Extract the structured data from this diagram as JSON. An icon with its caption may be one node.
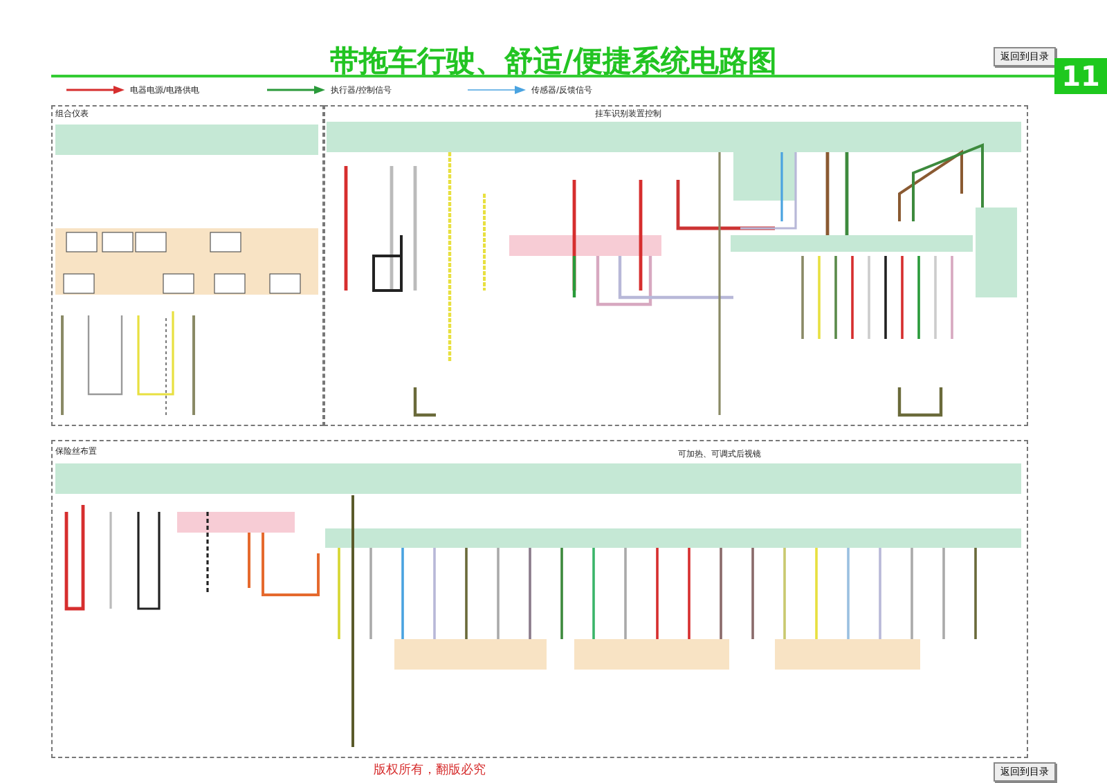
{
  "diagram": {
    "title": "带拖车行驶、舒适/便捷系统电路图",
    "labels": [
      "返回到目录",
      "11",
      "组合仪表",
      "挂车识别装置控制",
      "保险丝布置",
      "可加热、可调式后视镜",
      "版权所有，翻版必究",
      "返回到目录"
    ],
    "legend": [
      {
        "text": "电器电源/电路供电"
      },
      {
        "text": "执行器/控制信号"
      },
      {
        "text": "传感器/反馈信号"
      }
    ]
  }
}
